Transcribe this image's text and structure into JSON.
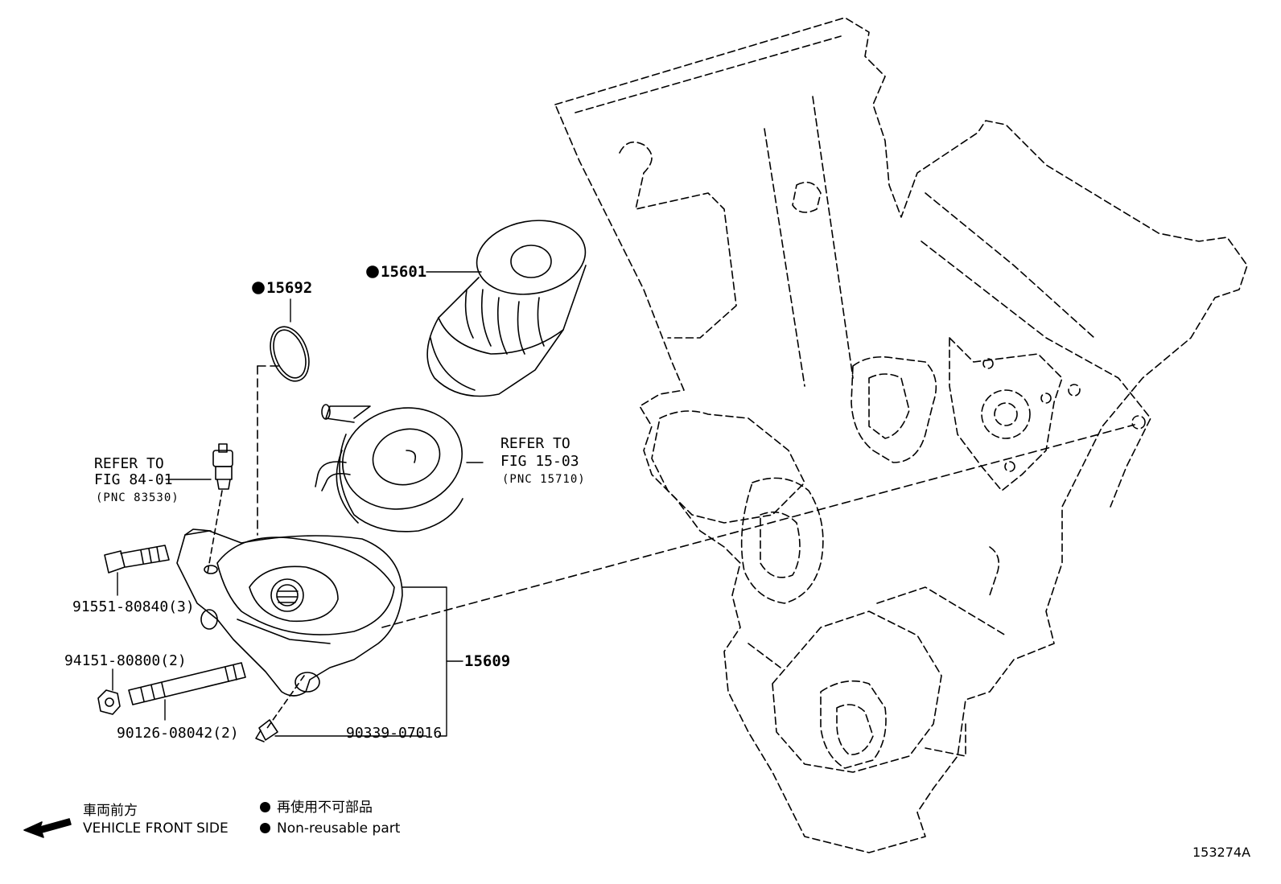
{
  "parts": {
    "oil_filter": "15601",
    "o_ring": "15692",
    "bracket": "15609",
    "bolt": "91551-80840(3)",
    "nut": "94151-80800(2)",
    "stud": "90126-08042(2)",
    "plug": "90339-07016"
  },
  "refs": {
    "pressure_switch": {
      "line1": "REFER TO",
      "line2": "FIG 84-01",
      "line3": "(PNC 83530)"
    },
    "oil_cooler": {
      "line1": "REFER TO",
      "line2": "FIG 15-03",
      "line3": "(PNC 15710)"
    }
  },
  "legend": {
    "front_jp": "車両前方",
    "front_en": "VEHICLE FRONT SIDE",
    "nonreuse_jp": "再使用不可部品",
    "nonreuse_en": "Non-reusable part"
  },
  "figure_number": "153274A"
}
